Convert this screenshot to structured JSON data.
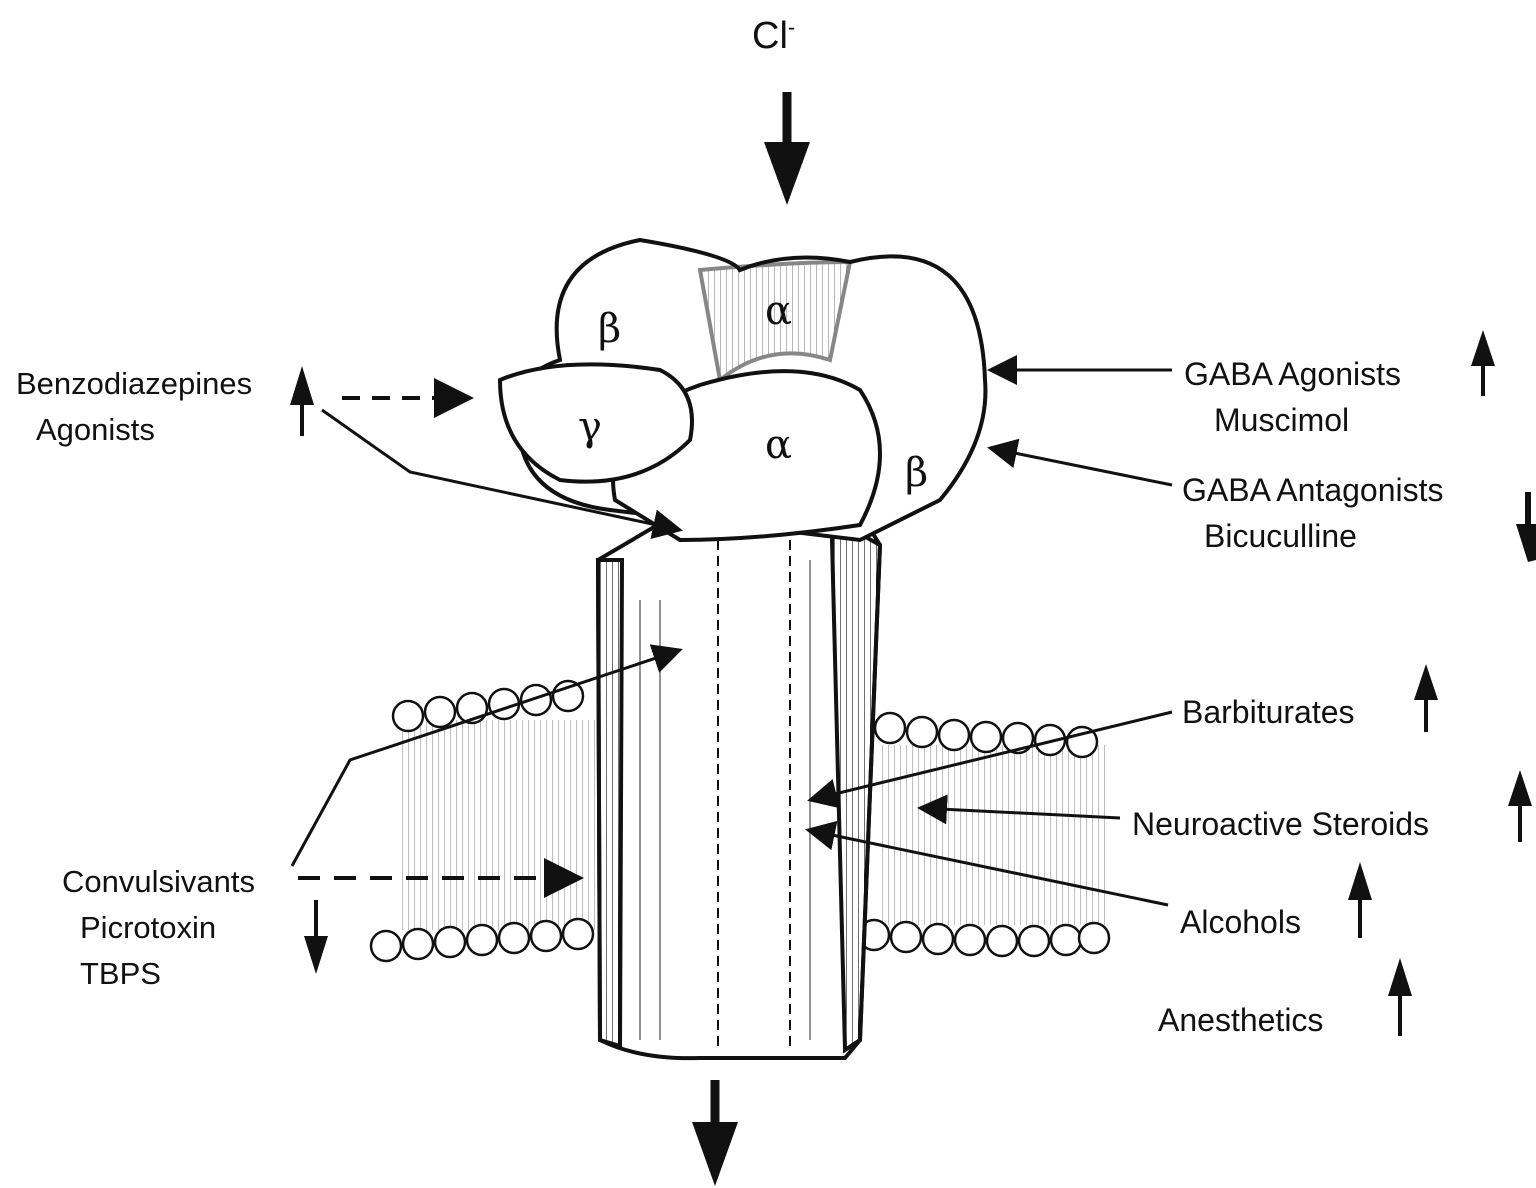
{
  "header": {
    "title_fragment": ""
  },
  "ion": {
    "symbol": "Cl",
    "charge": "-"
  },
  "subunits": {
    "beta_left": "β",
    "alpha_top": "α",
    "gamma": "γ",
    "alpha_front": "α",
    "beta_right": "β"
  },
  "labels": {
    "benzodiazepines": "Benzodiazepines",
    "benzodiazepines_sub": "Agonists",
    "gaba_agonists": "GABA Agonists",
    "gaba_agonists_sub": "Muscimol",
    "gaba_antagonists": "GABA Antagonists",
    "gaba_antagonists_sub": "Bicuculline",
    "barbiturates": "Barbiturates",
    "neuroactive_steroids": "Neuroactive Steroids",
    "alcohols": "Alcohols",
    "anesthetics": "Anesthetics",
    "convulsivants": "Convulsivants",
    "picrotoxin": "Picrotoxin",
    "tbps": "TBPS"
  },
  "effects": {
    "benzodiazepines": "up",
    "gaba_agonists": "up",
    "gaba_antagonists": "down",
    "barbiturates": "up",
    "neuroactive_steroids": "up",
    "alcohols": "up",
    "anesthetics": "up",
    "convulsivants": "down"
  },
  "colors": {
    "ink": "#111111",
    "title_accent": "#d2591f"
  }
}
